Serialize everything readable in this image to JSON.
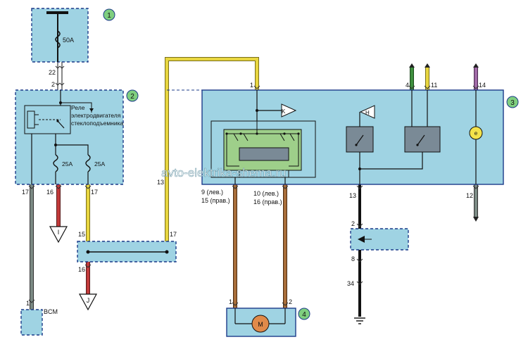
{
  "watermark": "avto-elektrika-shema.ru",
  "colors": {
    "module_fill": "#9fd3e3",
    "module_border": "#1c3b8a",
    "wire_dark": "#4a4a4a",
    "wire_red": "#c23a3a",
    "wire_yellow": "#e8d640",
    "wire_brown": "#a86e3a",
    "wire_green": "#3f8f3f",
    "wire_violet": "#a06aa6",
    "badge_green": "#7fcf7f",
    "inner_green": "#9ecf8a",
    "motor_orange": "#e08a4a",
    "lamp_yellow": "#f3e24a"
  },
  "components": {
    "fuse_box": {
      "badge": "1",
      "fuse_label": "50A",
      "pin_bottom": "22",
      "pin_relay_top": "2"
    },
    "relay_box": {
      "badge": "2",
      "relay_label_line1": "Реле",
      "relay_label_line2": "электродвигателя",
      "relay_label_line3": "стеклоподъемника",
      "fuse_left": "25A",
      "fuse_right": "25A",
      "pin_left": "17",
      "pin_mid": "16",
      "pin_right": "17"
    },
    "main_module": {
      "badge": "3",
      "pin_top_left": "1",
      "pin_top_4": "4",
      "pin_top_11": "11",
      "pin_top_14": "14",
      "k_label": "K",
      "h_label": "H",
      "lamp_label": "e",
      "pin_9": "9 (лев.)",
      "pin_15": "15 (прав.)",
      "pin_10": "10 (лев.)",
      "pin_16": "16 (прав.)",
      "pin_13": "13",
      "pin_12": "12"
    },
    "motor": {
      "badge": "4",
      "label": "M",
      "pin_left": "1",
      "pin_right": "2"
    },
    "connector_mid": {
      "pin_15": "15",
      "pin_17": "17",
      "pin_16": "16"
    },
    "wire_13_label": "13",
    "ground_i": "I",
    "ground_j": "J",
    "bcm": {
      "pin": "1",
      "label": "BCM"
    },
    "right_connector": {
      "pin_top": "2",
      "pin_bottom": "8",
      "pin_34": "34"
    }
  }
}
